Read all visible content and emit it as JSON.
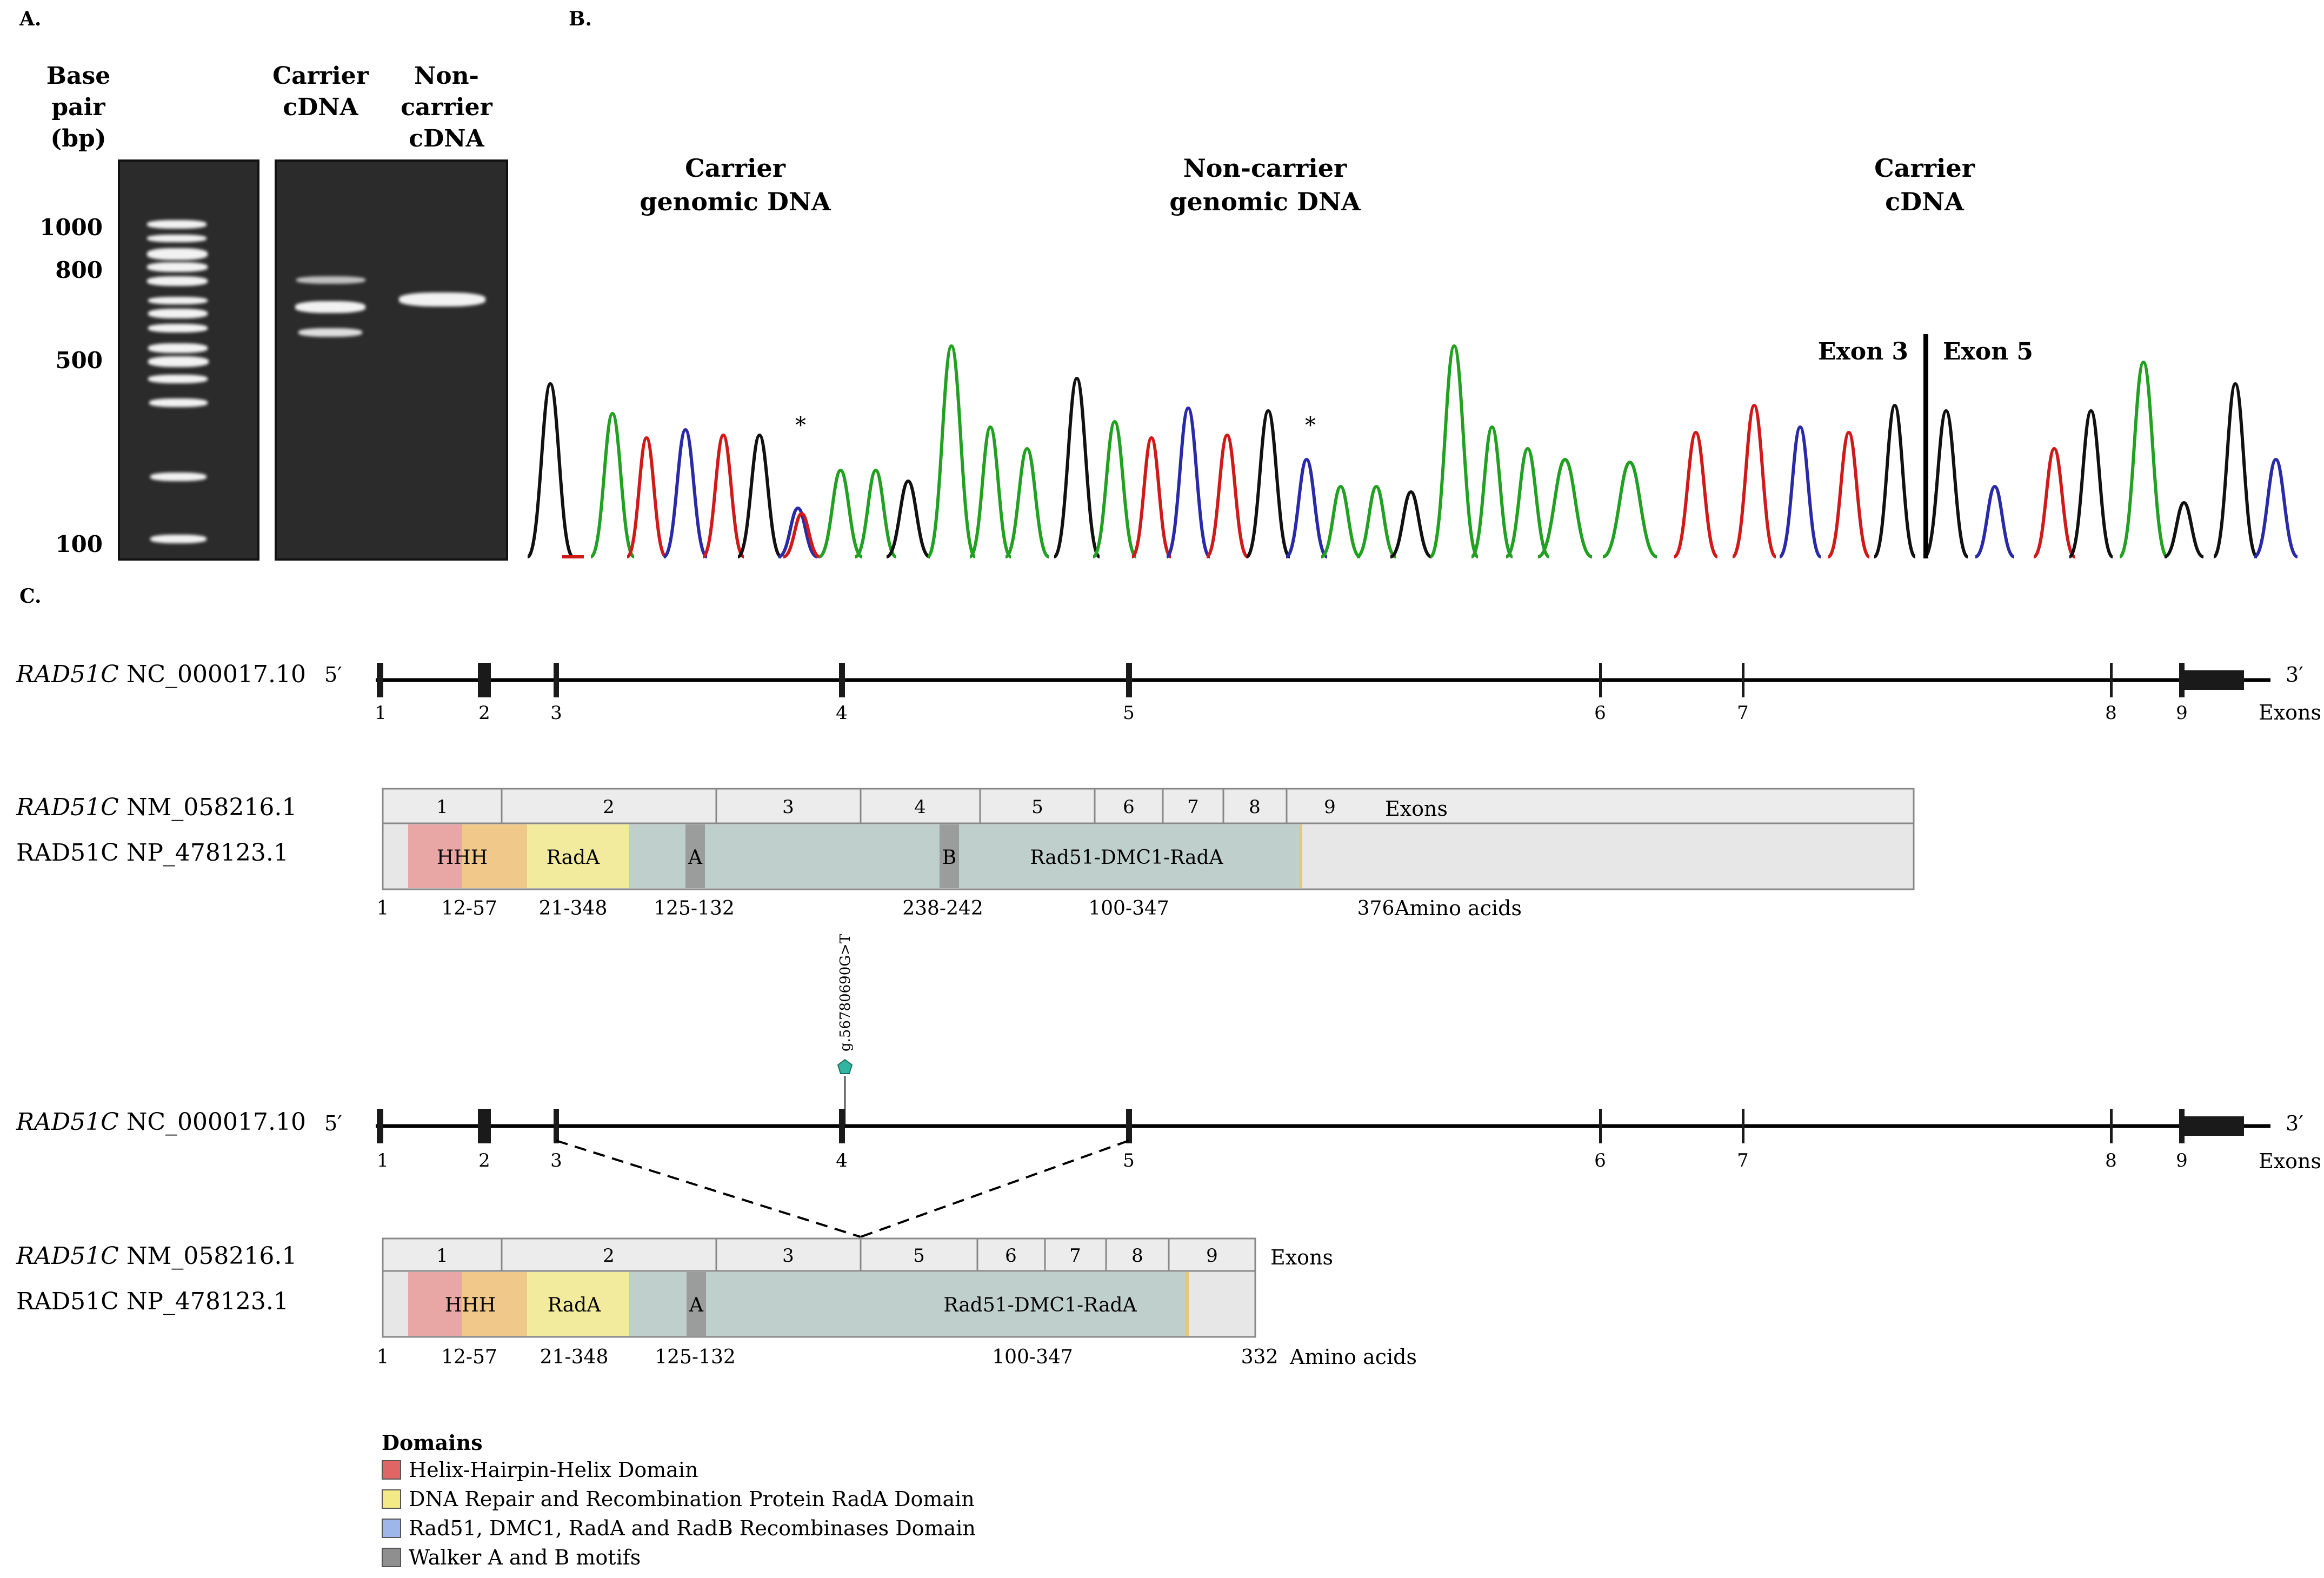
{
  "panel_a": {
    "label": "A.",
    "base_pair_title": "Base pair",
    "base_pair_unit": "(bp)",
    "lane_carrier_1": "Carrier",
    "lane_carrier_2": "cDNA",
    "lane_noncarrier_1": "Non-carrier",
    "lane_noncarrier_2": "cDNA",
    "markers": [
      "1000",
      "800",
      "500",
      "100"
    ]
  },
  "panel_b": {
    "label": "B.",
    "chrom1_title_1": "Carrier",
    "chrom1_title_2": "genomic DNA",
    "chrom2_title_1": "Non-carrier",
    "chrom2_title_2": "genomic DNA",
    "chrom3_title_1": "Carrier",
    "chrom3_title_2": "cDNA",
    "asterisk": "*",
    "exon3_label": "Exon 3",
    "exon5_label": "Exon 5",
    "colors": {
      "A": "#22a022",
      "C": "#2a2aa8",
      "G": "#111111",
      "T": "#d01a1a"
    }
  },
  "panel_c": {
    "label": "C.",
    "gene_italic": "RAD51C",
    "genomic_accession": "NC_000017.10",
    "transcript_accession": "NM_058216.1",
    "protein_label": "RAD51C NP_478123.1",
    "five_prime": "5′",
    "three_prime": "3′",
    "exons_word": "Exons",
    "amino_acids_word": "Amino acids",
    "genomic_exon_numbers": [
      "1",
      "2",
      "3",
      "4",
      "5",
      "6",
      "7",
      "8",
      "9"
    ],
    "normal_transcript_exons": [
      "1",
      "2",
      "3",
      "4",
      "5",
      "6",
      "7",
      "8",
      "9"
    ],
    "variant_transcript_exons": [
      "1",
      "2",
      "3",
      "5",
      "6",
      "7",
      "8",
      "9"
    ],
    "domain_labels": {
      "hhh": "HHH",
      "rada": "RadA",
      "walker_a": "A",
      "walker_b": "B",
      "rad51": "Rad51-DMC1-RadA"
    },
    "normal_positions": [
      "1",
      "12-57",
      "21-348",
      "125-132",
      "238-242",
      "100-347",
      "376"
    ],
    "variant_positions": [
      "1",
      "12-57",
      "21-348",
      "125-132",
      "100-347",
      "332"
    ],
    "variant_label": "g.56780690G>T",
    "domain_colors": {
      "hhh": "#e8a6a4",
      "hhh_overlap": "#f0c98a",
      "rada": "#f2ea9c",
      "rad51": "#bfcfcc",
      "walker": "#9a9d9c",
      "plain": "#e7e7e7"
    }
  },
  "legend": {
    "title": "Domains",
    "items": [
      {
        "label": "Helix-Hairpin-Helix Domain",
        "color": "#e06565"
      },
      {
        "label": "DNA Repair and Recombination Protein RadA Domain",
        "color": "#f3ea85"
      },
      {
        "label": "Rad51, DMC1, RadA and RadB Recombinases Domain",
        "color": "#9fb6ea"
      },
      {
        "label": "Walker A and B motifs",
        "color": "#8f8f8f"
      }
    ]
  }
}
